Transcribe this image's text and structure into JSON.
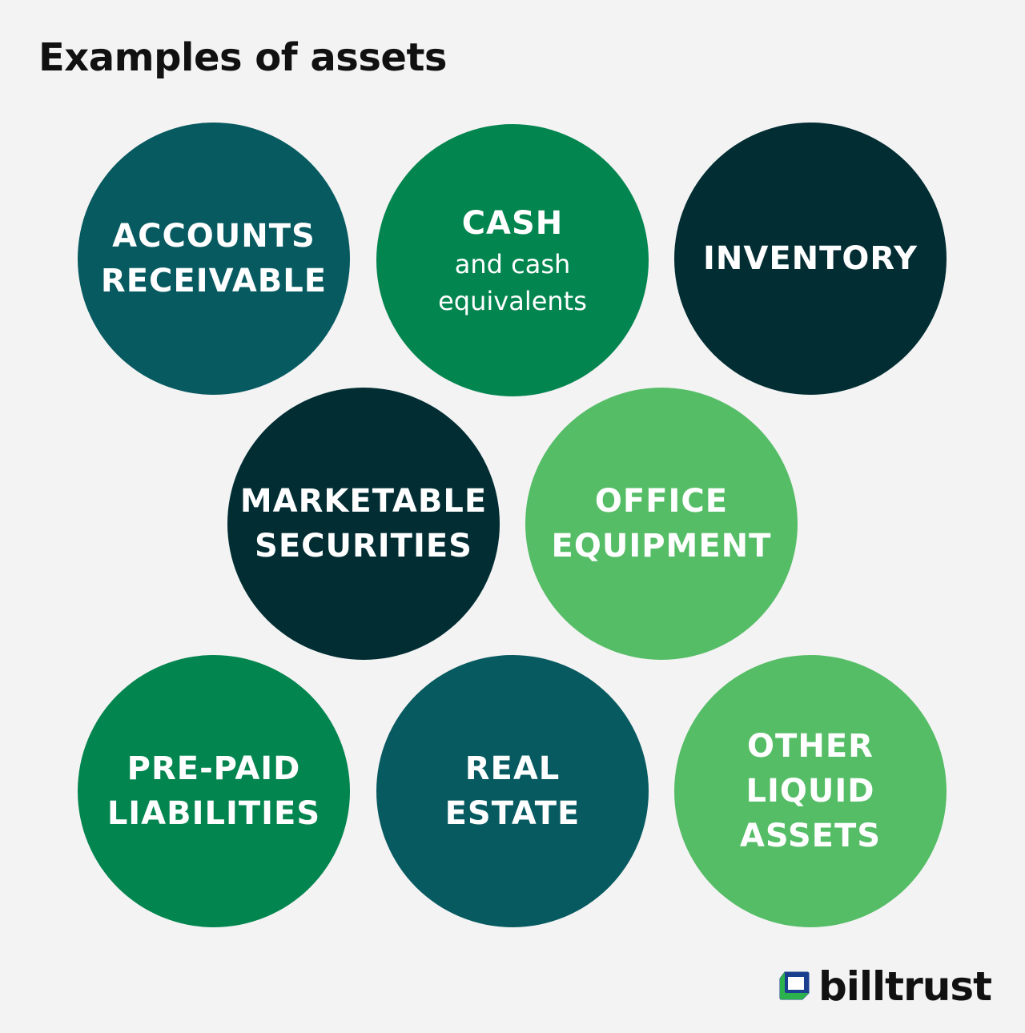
{
  "title": "Examples of assets",
  "colors": {
    "background": "#f3f3f3",
    "teal": "#065a60",
    "green": "#03854f",
    "dark": "#012d33",
    "light_green": "#56bd67"
  },
  "circles": [
    {
      "lines": [
        "ACCOUNTS",
        "RECEIVABLE"
      ],
      "sub": [],
      "color": "#065a60"
    },
    {
      "lines": [
        "CASH"
      ],
      "sub": [
        "and cash",
        "equivalents"
      ],
      "color": "#03854f"
    },
    {
      "lines": [
        "INVENTORY"
      ],
      "sub": [],
      "color": "#012d33"
    },
    {
      "lines": [
        "MARKETABLE",
        "SECURITIES"
      ],
      "sub": [],
      "color": "#012d33"
    },
    {
      "lines": [
        "OFFICE",
        "EQUIPMENT"
      ],
      "sub": [],
      "color": "#56bd67"
    },
    {
      "lines": [
        "PRE-PAID",
        "LIABILITIES"
      ],
      "sub": [],
      "color": "#03854f"
    },
    {
      "lines": [
        "REAL",
        "ESTATE"
      ],
      "sub": [],
      "color": "#065a60"
    },
    {
      "lines": [
        "OTHER",
        "LIQUID",
        "ASSETS"
      ],
      "sub": [],
      "color": "#56bd67"
    }
  ],
  "logo": {
    "text": "billtrust",
    "icon": "billtrust-logo-icon"
  }
}
